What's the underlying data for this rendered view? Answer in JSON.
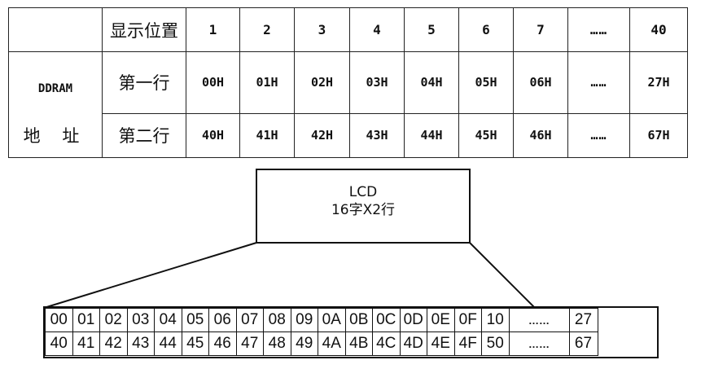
{
  "table": {
    "header": {
      "label": "显示位置",
      "positions": [
        "1",
        "2",
        "3",
        "4",
        "5",
        "6",
        "7",
        "……",
        "40"
      ]
    },
    "ddram_label": "DDRAM",
    "address_label": "地 址",
    "rows": [
      {
        "label": "第一行",
        "cells": [
          "00H",
          "01H",
          "02H",
          "03H",
          "04H",
          "05H",
          "06H",
          "……",
          "27H"
        ]
      },
      {
        "label": "第二行",
        "cells": [
          "40H",
          "41H",
          "42H",
          "43H",
          "44H",
          "45H",
          "46H",
          "……",
          "67H"
        ]
      }
    ]
  },
  "lcd": {
    "line1": "LCD",
    "line2": "16字X2行"
  },
  "strip": {
    "row1": [
      "00",
      "01",
      "02",
      "03",
      "04",
      "05",
      "06",
      "07",
      "08",
      "09",
      "0A",
      "0B",
      "0C",
      "0D",
      "0E",
      "0F",
      "10",
      "……",
      "27"
    ],
    "row2": [
      "40",
      "41",
      "42",
      "43",
      "44",
      "45",
      "46",
      "47",
      "48",
      "49",
      "4A",
      "4B",
      "4C",
      "4D",
      "4E",
      "4F",
      "50",
      "……",
      "67"
    ]
  }
}
